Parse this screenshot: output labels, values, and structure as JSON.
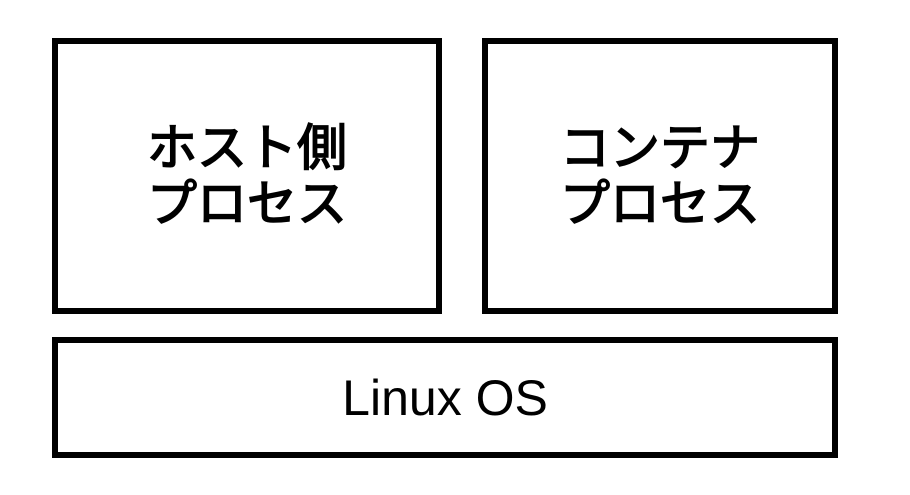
{
  "diagram": {
    "host_process": {
      "line1": "ホスト側",
      "line2": "プロセス"
    },
    "container_process": {
      "line1": "コンテナ",
      "line2": "プロセス"
    },
    "os": {
      "label": "Linux OS"
    }
  },
  "colors": {
    "border": "#000000",
    "background": "#ffffff",
    "text": "#000000"
  }
}
